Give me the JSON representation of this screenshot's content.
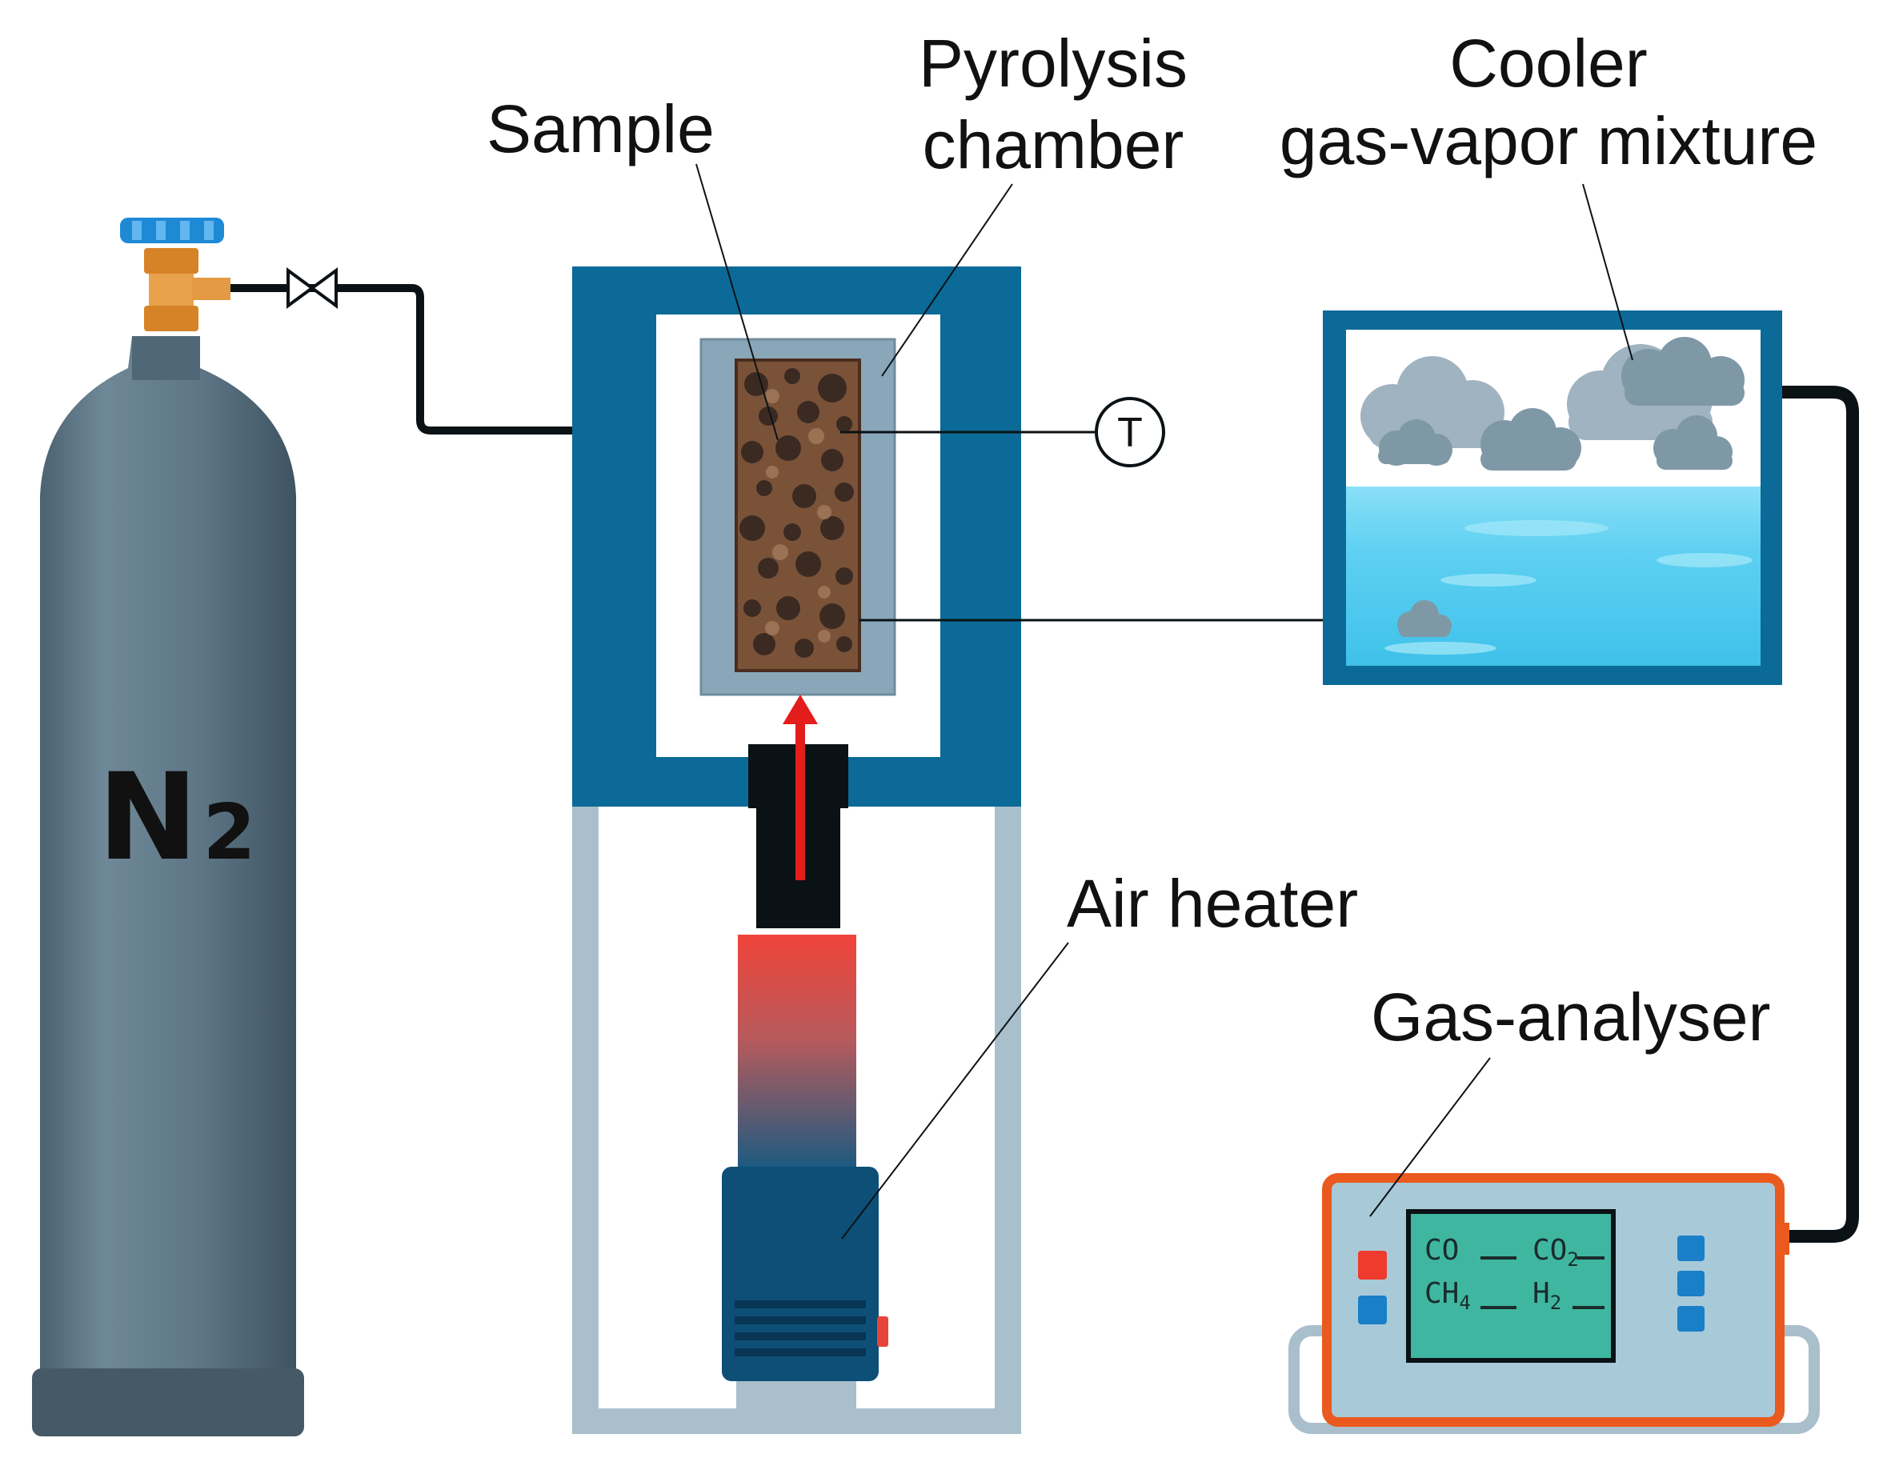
{
  "labels": {
    "sample": "Sample",
    "pyrolysis_line1": "Pyrolysis",
    "pyrolysis_line2": "chamber",
    "cooler_line1": "Cooler",
    "cooler_line2": "gas-vapor mixture",
    "air_heater": "Air heater",
    "gas_analyser": "Gas-analyser",
    "thermocouple": "T"
  },
  "cylinder": {
    "gas": "N",
    "subscript": "2"
  },
  "analyser_display": {
    "co": "CO",
    "co2_base": "CO",
    "co2_sub": "2",
    "ch4_base": "CH",
    "ch4_sub": "4",
    "h2_base": "H",
    "h2_sub": "2"
  },
  "colors": {
    "frame_blue": "#0b6a97",
    "cylinder_gray": "#667e8e",
    "valve_orange": "#d88a2c",
    "cap_blue": "#1e8ad6",
    "sample_brown": "#7a5238",
    "heater_red": "#e8443a",
    "analyser_orange": "#ea5a1e",
    "lcd_green": "#3fb7a0",
    "water_blue": "#4ecbf0"
  }
}
